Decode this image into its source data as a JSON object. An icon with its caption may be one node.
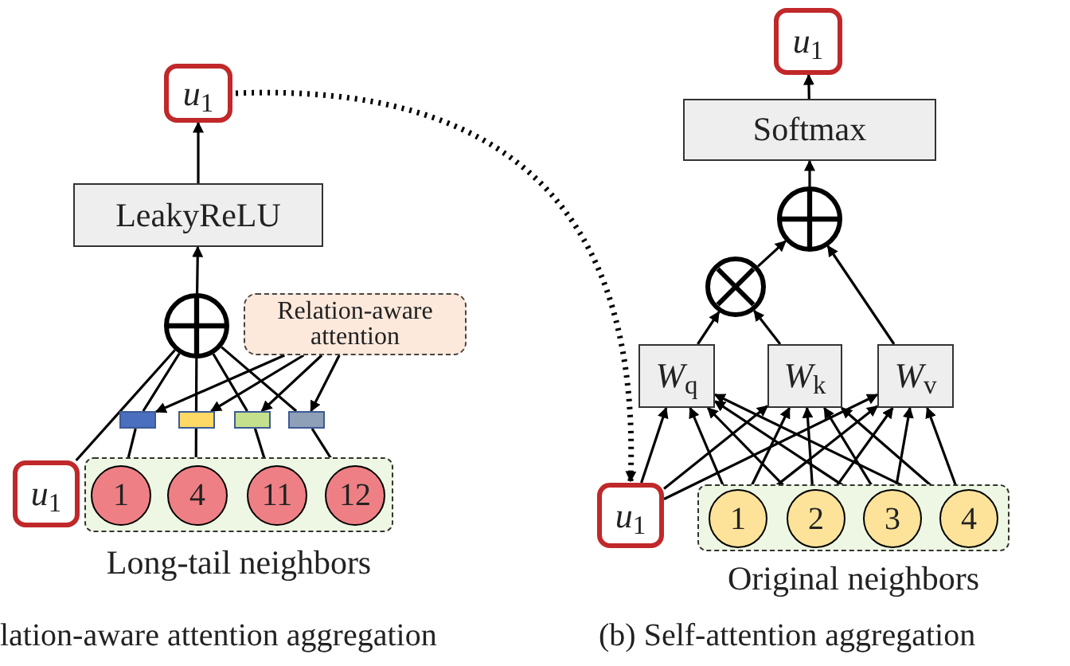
{
  "diagram": {
    "nodes": [
      {
        "text": [
          "*u*$_{1}$"
        ]
      },
      {
        "text": [
          "LeakyReLU"
        ]
      },
      {
        "text": [],
        "shape": "circle"
      },
      {
        "text": [
          "Relation-aware attention"
        ]
      },
      {
        "text": [],
        "shape": "bar"
      },
      {
        "text": [],
        "shape": "bar"
      },
      {
        "text": [],
        "shape": "bar"
      },
      {
        "text": [],
        "shape": "bar"
      },
      {
        "text": [
          "*u*$_{1}$"
        ]
      },
      {
        "text": [],
        "shape": "box",
        "beside": [
          "Long-tail neighbors"
        ]
      },
      {
        "text": [
          "1"
        ],
        "in": 9
      },
      {
        "text": [
          "4"
        ],
        "in": 9
      },
      {
        "text": [
          "11"
        ],
        "in": 9
      },
      {
        "text": [
          "12"
        ],
        "in": 9
      },
      {
        "text": [
          "*u*$_{1}$"
        ]
      },
      {
        "text": [
          "Softmax"
        ]
      },
      {
        "text": [],
        "shape": "circle"
      },
      {
        "text": [],
        "shape": "circle"
      },
      {
        "text": [
          "*W*$_{q}$"
        ]
      },
      {
        "text": [
          "*W*$_{k}$"
        ]
      },
      {
        "text": [
          "*W*$_{v}$"
        ]
      },
      {
        "text": [
          "*u*$_{1}$"
        ]
      },
      {
        "text": [],
        "shape": "box",
        "beside": [
          "Original neighbors"
        ]
      },
      {
        "text": [
          "1"
        ],
        "in": 22
      },
      {
        "text": [
          "2"
        ],
        "in": 22
      },
      {
        "text": [
          "3"
        ],
        "in": 22
      },
      {
        "text": [
          "4"
        ],
        "in": 22
      }
    ],
    "edges": [
      {
        "from": 1,
        "to": 0,
        "arrow": "to"
      },
      {
        "from": 2,
        "to": 1,
        "arrow": "to"
      },
      {
        "from": 8,
        "to": 2,
        "arrow": "none"
      },
      {
        "from": 10,
        "to": 4,
        "arrow": "none"
      },
      {
        "from": 4,
        "to": 2,
        "arrow": "none"
      },
      {
        "from": 11,
        "to": 2,
        "arrow": "none"
      },
      {
        "from": 12,
        "to": 6,
        "arrow": "none"
      },
      {
        "from": 6,
        "to": 2,
        "arrow": "none"
      },
      {
        "from": 13,
        "to": 7,
        "arrow": "none"
      },
      {
        "from": 7,
        "to": 2,
        "arrow": "none"
      },
      {
        "from": 3,
        "to": 4,
        "arrow": "to"
      },
      {
        "from": 3,
        "to": 5,
        "arrow": "to"
      },
      {
        "from": 3,
        "to": 6,
        "arrow": "to"
      },
      {
        "from": 3,
        "to": 7,
        "arrow": "to"
      },
      {
        "from": 0,
        "to": 21,
        "arrow": "to",
        "style": "dashed"
      },
      {
        "from": 15,
        "to": 14,
        "arrow": "to"
      },
      {
        "from": 16,
        "to": 15,
        "arrow": "to"
      },
      {
        "from": 17,
        "to": 16,
        "arrow": "to"
      },
      {
        "from": 20,
        "to": 16,
        "arrow": "to"
      },
      {
        "from": 18,
        "to": 17,
        "arrow": "to"
      },
      {
        "from": 19,
        "to": 17,
        "arrow": "to"
      },
      {
        "from": 21,
        "to": 18,
        "arrow": "to"
      },
      {
        "from": 21,
        "to": 19,
        "arrow": "to"
      },
      {
        "from": 21,
        "to": 20,
        "arrow": "to"
      },
      {
        "from": 23,
        "to": 18,
        "arrow": "to"
      },
      {
        "from": 23,
        "to": 19,
        "arrow": "to"
      },
      {
        "from": 23,
        "to": 20,
        "arrow": "to"
      },
      {
        "from": 24,
        "to": 18,
        "arrow": "to"
      },
      {
        "from": 24,
        "to": 19,
        "arrow": "to"
      },
      {
        "from": 24,
        "to": 20,
        "arrow": "to"
      },
      {
        "from": 25,
        "to": 18,
        "arrow": "to"
      },
      {
        "from": 25,
        "to": 19,
        "arrow": "to"
      },
      {
        "from": 25,
        "to": 20,
        "arrow": "to"
      },
      {
        "from": 26,
        "to": 18,
        "arrow": "to"
      },
      {
        "from": 26,
        "to": 19,
        "arrow": "to"
      },
      {
        "from": 26,
        "to": 20,
        "arrow": "to"
      }
    ],
    "labels": [
      "lation-aware attention aggregation",
      "(b) Self-attention aggregation"
    ]
  }
}
